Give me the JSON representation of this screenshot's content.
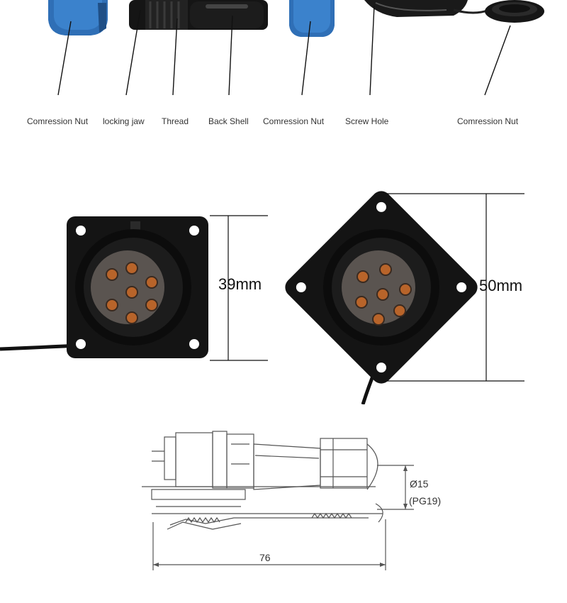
{
  "parts": {
    "labels": [
      {
        "id": "compression-nut-1",
        "text": "Comression Nut"
      },
      {
        "id": "locking-jaw",
        "text": "locking jaw"
      },
      {
        "id": "thread",
        "text": "Thread"
      },
      {
        "id": "back-shell",
        "text": "Back Shell"
      },
      {
        "id": "compression-nut-2",
        "text": "Comression Nut"
      },
      {
        "id": "screw-hole",
        "text": "Screw Hole"
      },
      {
        "id": "compression-nut-3",
        "text": "Comression Nut"
      }
    ],
    "colors": {
      "blue_part": "#2f6fb6",
      "black_part": "#1a1a1a"
    }
  },
  "sockets": {
    "square_size": "39mm",
    "diamond_size": "50mm",
    "pin_color": "#b8642a",
    "insert_color": "#5a5450"
  },
  "drawing": {
    "diameter_label": "Ø15",
    "pg_label": "(PG19)",
    "length_label": "76"
  }
}
